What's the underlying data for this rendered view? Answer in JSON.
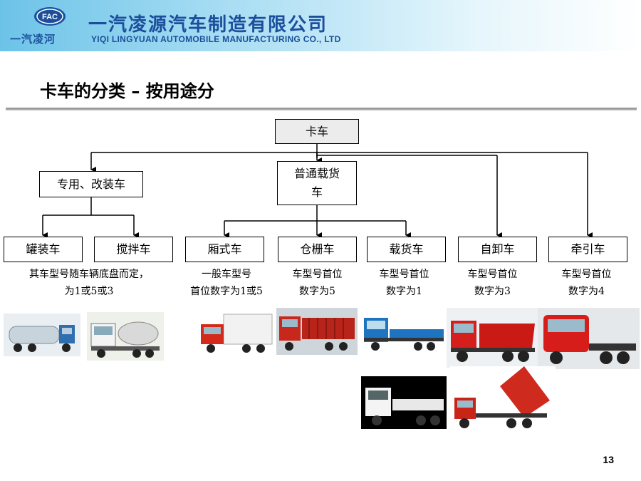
{
  "header": {
    "logo_mark": "FAC",
    "logo_text": "一汽凌河",
    "company_cn": "一汽凌源汽车制造有限公司",
    "company_en": "YIQI LINGYUAN AUTOMOBILE MANUFACTURING CO., LTD"
  },
  "slide": {
    "title": "卡车的分类 – 按用途分",
    "page_number": "13"
  },
  "tree": {
    "root": "卡车",
    "special": "专用、改装车",
    "general": "普通载货车",
    "leaves": [
      "罐装车",
      "搅拌车",
      "厢式车",
      "仓栅车",
      "载货车",
      "自卸车",
      "牵引车"
    ]
  },
  "descriptions": {
    "special": [
      "其车型号随车辆底盘而定，",
      "为1或5或3"
    ],
    "box": [
      "一般车型号",
      "首位数字为1或5"
    ],
    "stake": [
      "车型号首位",
      "数字为5"
    ],
    "cargo": [
      "车型号首位",
      "数字为1"
    ],
    "dump": [
      "车型号首位",
      "数字为3"
    ],
    "tractor": [
      "车型号首位",
      "数字为4"
    ]
  }
}
